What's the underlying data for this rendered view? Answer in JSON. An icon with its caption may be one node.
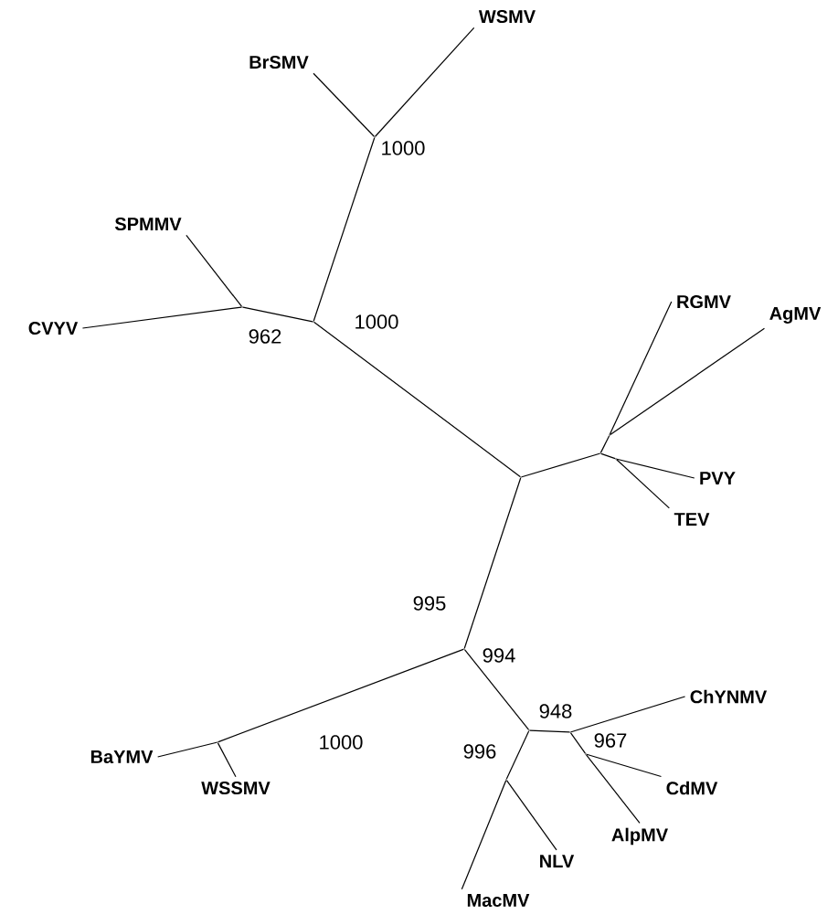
{
  "diagram": {
    "nodes": [
      {
        "text": [
          "WSMV"
        ]
      },
      {
        "text": [
          "BrSMV"
        ]
      },
      {
        "text": [
          "SPMMV"
        ]
      },
      {
        "text": [
          "CVYV"
        ]
      },
      {
        "text": [
          "RGMV"
        ]
      },
      {
        "text": [
          "AgMV"
        ]
      },
      {
        "text": [
          "PVY"
        ]
      },
      {
        "text": [
          "TEV"
        ]
      },
      {
        "text": [
          "ChYNMV"
        ]
      },
      {
        "text": [
          "BaYMV"
        ]
      },
      {
        "text": [
          "CdMV"
        ]
      },
      {
        "text": [
          "WSSMV"
        ]
      },
      {
        "text": [
          "AlpMV"
        ]
      },
      {
        "text": [
          "NLV"
        ]
      },
      {
        "text": [
          "MacMV"
        ]
      },
      {
        "text": [],
        "shape": "point"
      },
      {
        "text": [],
        "shape": "point"
      },
      {
        "text": [],
        "shape": "point"
      },
      {
        "text": [],
        "shape": "point"
      },
      {
        "text": [],
        "shape": "point"
      },
      {
        "text": [],
        "shape": "point"
      },
      {
        "text": [],
        "shape": "point"
      },
      {
        "text": [],
        "shape": "point"
      },
      {
        "text": [],
        "shape": "point"
      },
      {
        "text": [],
        "shape": "point"
      },
      {
        "text": [],
        "shape": "point"
      },
      {
        "text": [],
        "shape": "point"
      },
      {
        "text": [],
        "shape": "point"
      }
    ],
    "edges": [
      {
        "from": 15,
        "to": 0,
        "arrow": "none"
      },
      {
        "from": 15,
        "to": 1,
        "arrow": "none"
      },
      {
        "from": 17,
        "to": 15,
        "arrow": "none"
      },
      {
        "from": 16,
        "to": 2,
        "arrow": "none"
      },
      {
        "from": 16,
        "to": 3,
        "arrow": "none"
      },
      {
        "from": 17,
        "to": 16,
        "arrow": "none"
      },
      {
        "from": 17,
        "to": 18,
        "arrow": "none"
      },
      {
        "from": 18,
        "to": 19,
        "arrow": "none"
      },
      {
        "from": 19,
        "to": 20,
        "arrow": "none"
      },
      {
        "from": 20,
        "to": 4,
        "arrow": "none"
      },
      {
        "from": 20,
        "to": 5,
        "arrow": "none"
      },
      {
        "from": 19,
        "to": 21,
        "arrow": "none"
      },
      {
        "from": 21,
        "to": 6,
        "arrow": "none"
      },
      {
        "from": 21,
        "to": 7,
        "arrow": "none"
      },
      {
        "from": 18,
        "to": 22,
        "arrow": "none"
      },
      {
        "from": 22,
        "to": 27,
        "arrow": "none"
      },
      {
        "from": 27,
        "to": 9,
        "arrow": "none"
      },
      {
        "from": 27,
        "to": 11,
        "arrow": "none"
      },
      {
        "from": 22,
        "to": 23,
        "arrow": "none"
      },
      {
        "from": 23,
        "to": 24,
        "arrow": "none"
      },
      {
        "from": 24,
        "to": 8,
        "arrow": "none"
      },
      {
        "from": 24,
        "to": 25,
        "arrow": "none"
      },
      {
        "from": 25,
        "to": 10,
        "arrow": "none"
      },
      {
        "from": 25,
        "to": 12,
        "arrow": "none"
      },
      {
        "from": 23,
        "to": 26,
        "arrow": "none"
      },
      {
        "from": 26,
        "to": 13,
        "arrow": "none"
      },
      {
        "from": 26,
        "to": 14,
        "arrow": "none"
      }
    ],
    "labels": [
      "1000",
      "1000",
      "962",
      "995",
      "994",
      "948",
      "1000",
      "967",
      "996"
    ]
  }
}
